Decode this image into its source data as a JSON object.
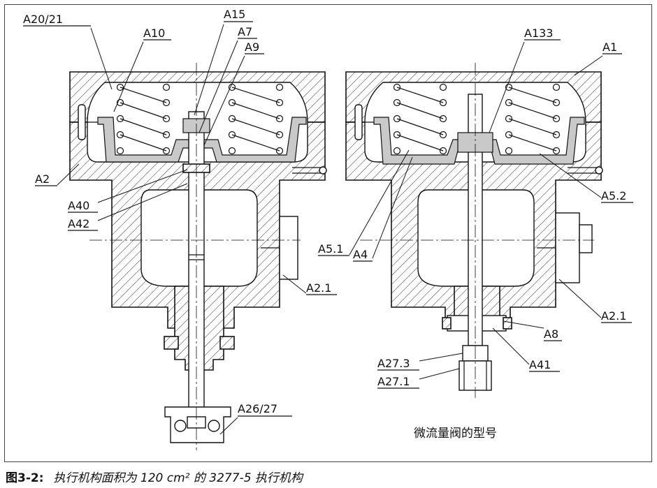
{
  "labels": {
    "a20_21": "A20/21",
    "a10": "A10",
    "a15": "A15",
    "a7": "A7",
    "a9": "A9",
    "a133": "A133",
    "a1": "A1",
    "a2": "A2",
    "a40": "A40",
    "a42": "A42",
    "a5_1": "A5.1",
    "a4": "A4",
    "a5_2": "A5.2",
    "a2_1_left": "A2.1",
    "a2_1_right": "A2.1",
    "a8": "A8",
    "a41": "A41",
    "a27_3": "A27.3",
    "a27_1": "A27.1",
    "a26_27": "A26/27"
  },
  "variant_note": "微流量阀的型号",
  "caption": {
    "label": "图3-2:",
    "text": "执行机构面积为 120 cm² 的 3277-5 执行机构"
  }
}
